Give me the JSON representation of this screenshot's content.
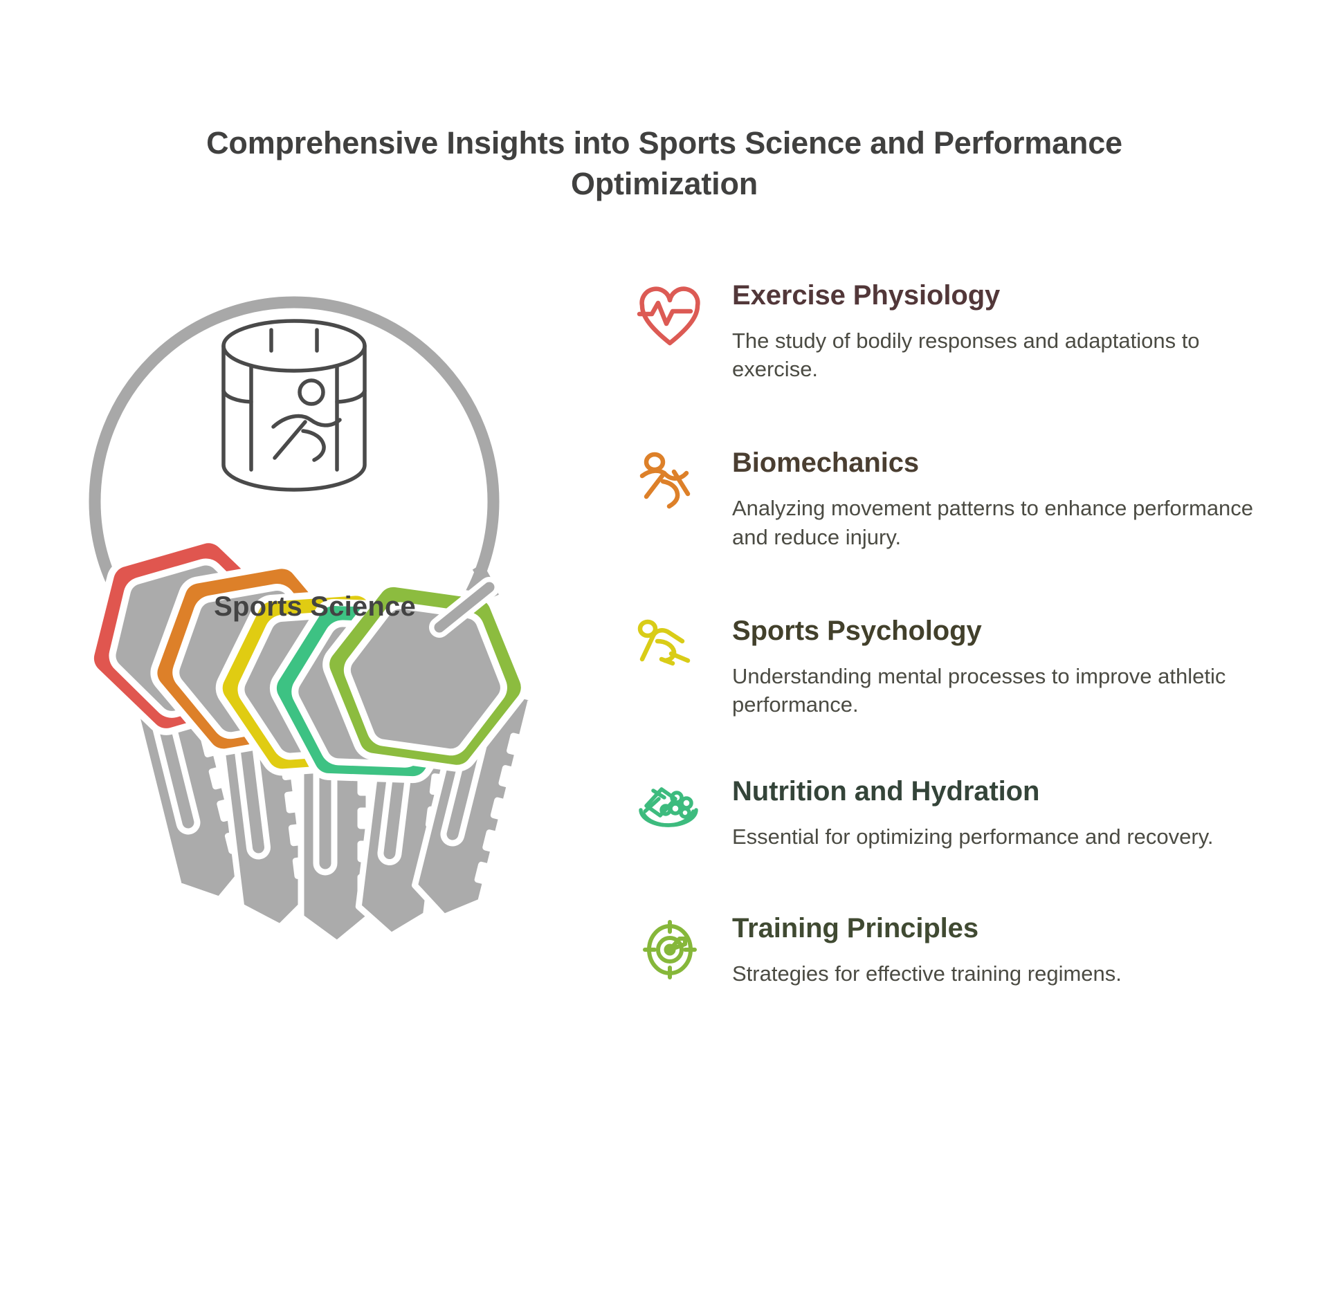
{
  "header": {
    "title": "Comprehensive Insights into Sports Science and Performance Optimization"
  },
  "center": {
    "label": "Sports Science",
    "icon": "stadium-runner-icon",
    "ring_color": "#A8A8A8"
  },
  "illustration": {
    "name": "keyring-with-five-keys",
    "key_body_color": "#ABABAB",
    "keys": [
      {
        "name": "key-exercise-physiology",
        "color": "#E0564F"
      },
      {
        "name": "key-biomechanics",
        "color": "#DD8029"
      },
      {
        "name": "key-sports-psychology",
        "color": "#E0CC12"
      },
      {
        "name": "key-nutrition-and-hydration",
        "color": "#3DC283"
      },
      {
        "name": "key-training-principles",
        "color": "#8CBC3F"
      }
    ]
  },
  "list": {
    "items": [
      {
        "icon": "heart-pulse-icon",
        "title": "Exercise Physiology",
        "description": "The study of bodily responses and adaptations to exercise.",
        "accent_color": "#DC5A54",
        "title_color": "#523739"
      },
      {
        "icon": "running-person-icon",
        "title": "Biomechanics",
        "description": "Analyzing movement patterns to enhance performance and reduce injury.",
        "accent_color": "#DD8029",
        "title_color": "#4A3E31"
      },
      {
        "icon": "sprinter-start-icon",
        "title": "Sports Psychology",
        "description": "Understanding mental processes to improve athletic performance.",
        "accent_color": "#D9CC17",
        "title_color": "#42402B"
      },
      {
        "icon": "salad-bowl-icon",
        "title": "Nutrition and Hydration",
        "description": "Essential for optimizing performance and recovery.",
        "accent_color": "#3DBB7E",
        "title_color": "#344439"
      },
      {
        "icon": "target-stopwatch-icon",
        "title": "Training Principles",
        "description": "Strategies for effective training regimens.",
        "accent_color": "#86B73A",
        "title_color": "#404A32"
      }
    ]
  }
}
